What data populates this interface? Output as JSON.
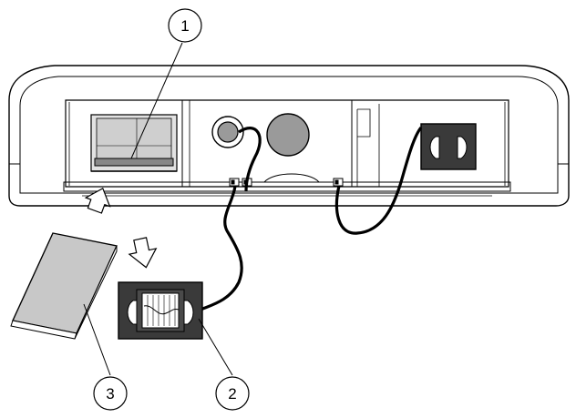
{
  "callouts": [
    {
      "id": "callout-1",
      "number": "1"
    },
    {
      "id": "callout-2",
      "number": "2"
    },
    {
      "id": "callout-3",
      "number": "3"
    }
  ],
  "colors": {
    "outline": "#000000",
    "panel_fill": "#ffffff",
    "component_gray": "#9a9a9a",
    "light_gray": "#d9d9d9",
    "dark_block": "#3a3a3a",
    "background": "#ffffff"
  },
  "icons": {
    "insert_arrow_up": "arrow-up-icon",
    "insert_arrow_down": "arrow-down-icon"
  }
}
